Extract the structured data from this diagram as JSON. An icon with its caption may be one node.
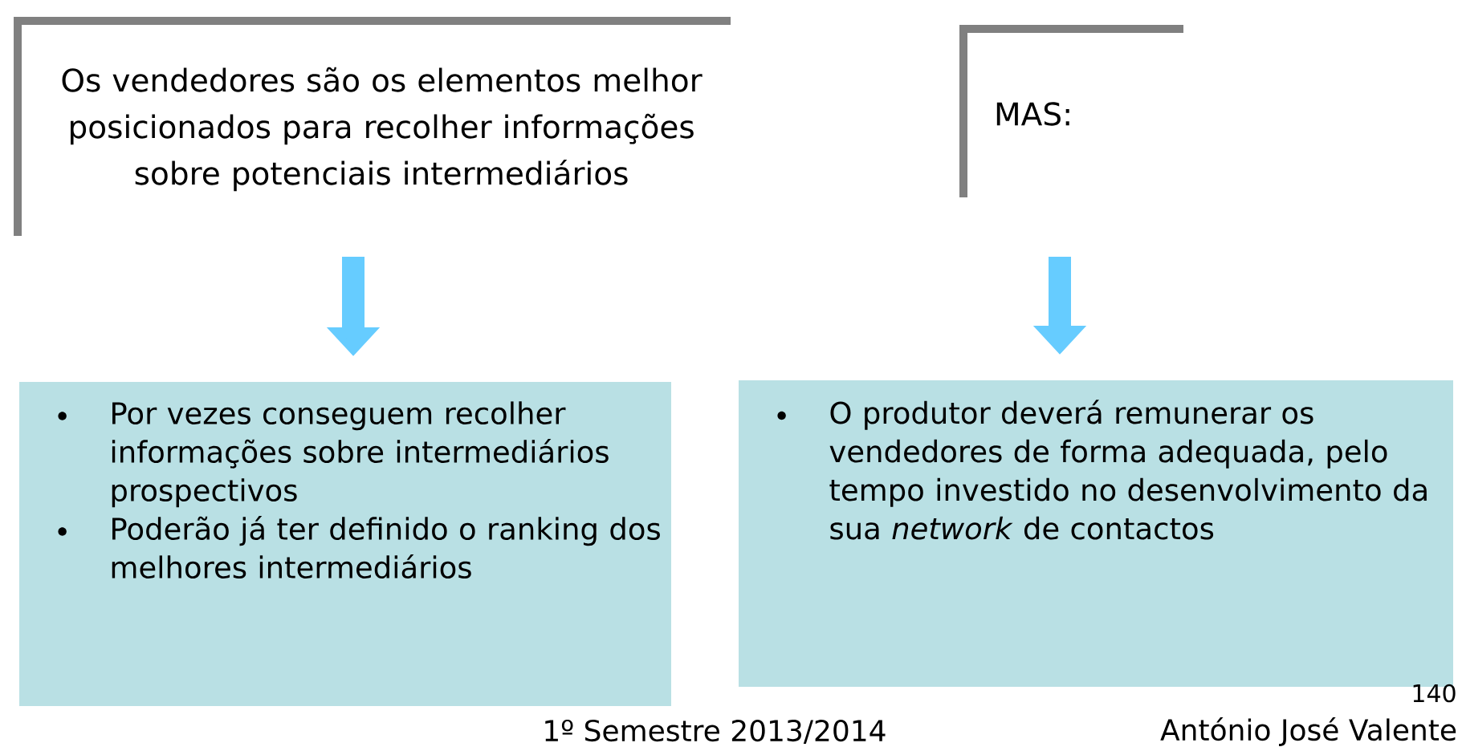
{
  "diagram": {
    "nodes": [
      {
        "text": [
          "Os vendedores são os elementos melhor posicionados para recolher informações sobre potenciais intermediários"
        ]
      },
      {
        "text": [
          "MAS:"
        ]
      },
      {
        "text": [
          "Por vezes conseguem recolher informações sobre intermediários prospectivos",
          "Poderão já ter definido o ranking dos melhores intermediários"
        ]
      },
      {
        "text": [
          "O produtor deverá remunerar os vendedores de forma adequada, pelo tempo investido no desenvolvimento da sua *network* de contactos"
        ]
      }
    ],
    "edges": [
      {
        "from": 0,
        "to": 2,
        "arrow": "to"
      },
      {
        "from": 1,
        "to": 3,
        "arrow": "to"
      }
    ],
    "labels": [
      "140",
      "1º Semestre 2013/2014",
      "António José Valente"
    ]
  }
}
